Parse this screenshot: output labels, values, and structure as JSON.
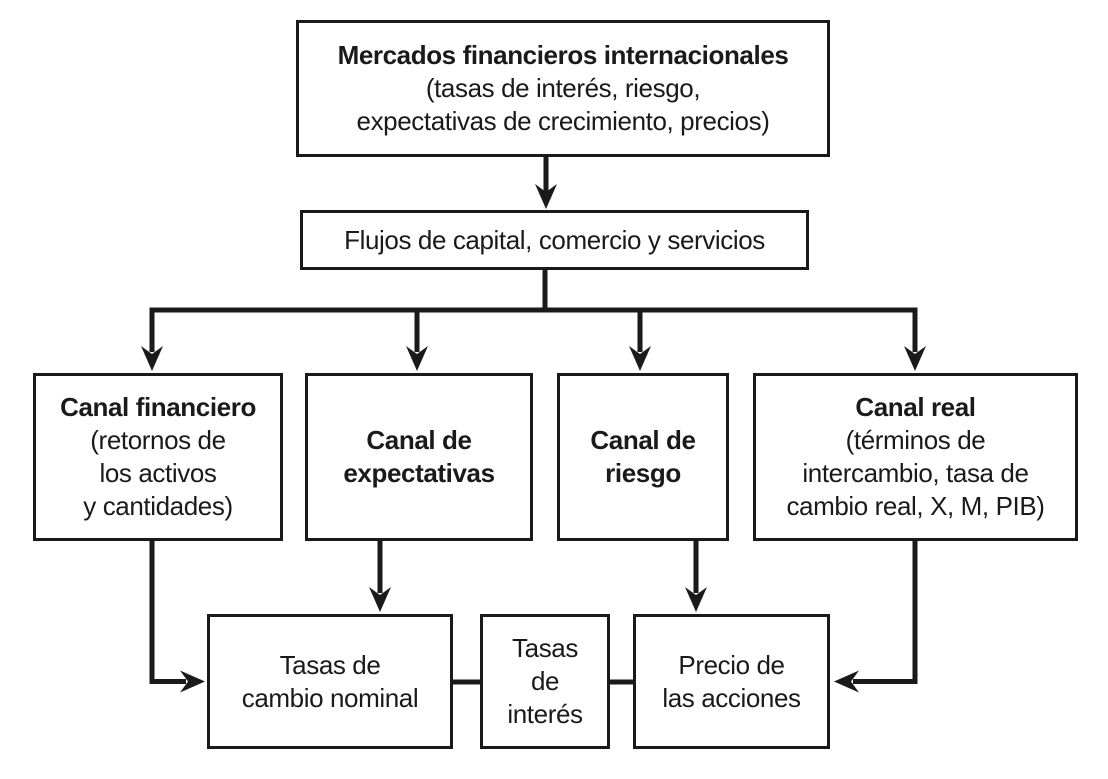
{
  "diagram": {
    "colors": {
      "line": "#1a1a1a",
      "box_bg": "#ffffff",
      "page_bg": "#ffffff"
    },
    "nodes": {
      "mercados": {
        "title": "Mercados financieros internacionales",
        "sub1": "(tasas de interés, riesgo,",
        "sub2": "expectativas de crecimiento, precios)"
      },
      "flujos": {
        "title": "Flujos de capital, comercio y servicios"
      },
      "canal_financiero": {
        "title": "Canal financiero",
        "sub1": "(retornos de",
        "sub2": "los activos",
        "sub3": "y cantidades)"
      },
      "canal_expectativas": {
        "title1": "Canal de",
        "title2": "expectativas"
      },
      "canal_riesgo": {
        "title1": "Canal de",
        "title2": "riesgo"
      },
      "canal_real": {
        "title": "Canal real",
        "sub1": "(términos de",
        "sub2": "intercambio, tasa de",
        "sub3": "cambio real, X, M, PIB)"
      },
      "tasas_cambio_nominal": {
        "line1": "Tasas de",
        "line2": "cambio nominal"
      },
      "tasas_interes": {
        "line1": "Tasas",
        "line2": "de",
        "line3": "interés"
      },
      "precio_acciones": {
        "line1": "Precio de",
        "line2": "las acciones"
      }
    },
    "edges": [
      {
        "from": "mercados",
        "to": "flujos",
        "type": "arrow"
      },
      {
        "from": "flujos",
        "to": "canal_financiero",
        "type": "arrow"
      },
      {
        "from": "flujos",
        "to": "canal_expectativas",
        "type": "arrow"
      },
      {
        "from": "flujos",
        "to": "canal_riesgo",
        "type": "arrow"
      },
      {
        "from": "flujos",
        "to": "canal_real",
        "type": "arrow"
      },
      {
        "from": "canal_financiero",
        "to": "tasas_cambio_nominal",
        "type": "arrow"
      },
      {
        "from": "canal_expectativas",
        "to": "tasas_cambio_nominal",
        "type": "arrow"
      },
      {
        "from": "canal_riesgo",
        "to": "precio_acciones",
        "type": "arrow"
      },
      {
        "from": "canal_real",
        "to": "precio_acciones",
        "type": "arrow"
      },
      {
        "from": "tasas_cambio_nominal",
        "to": "tasas_interes",
        "type": "link"
      },
      {
        "from": "tasas_interes",
        "to": "precio_acciones",
        "type": "link"
      }
    ]
  }
}
